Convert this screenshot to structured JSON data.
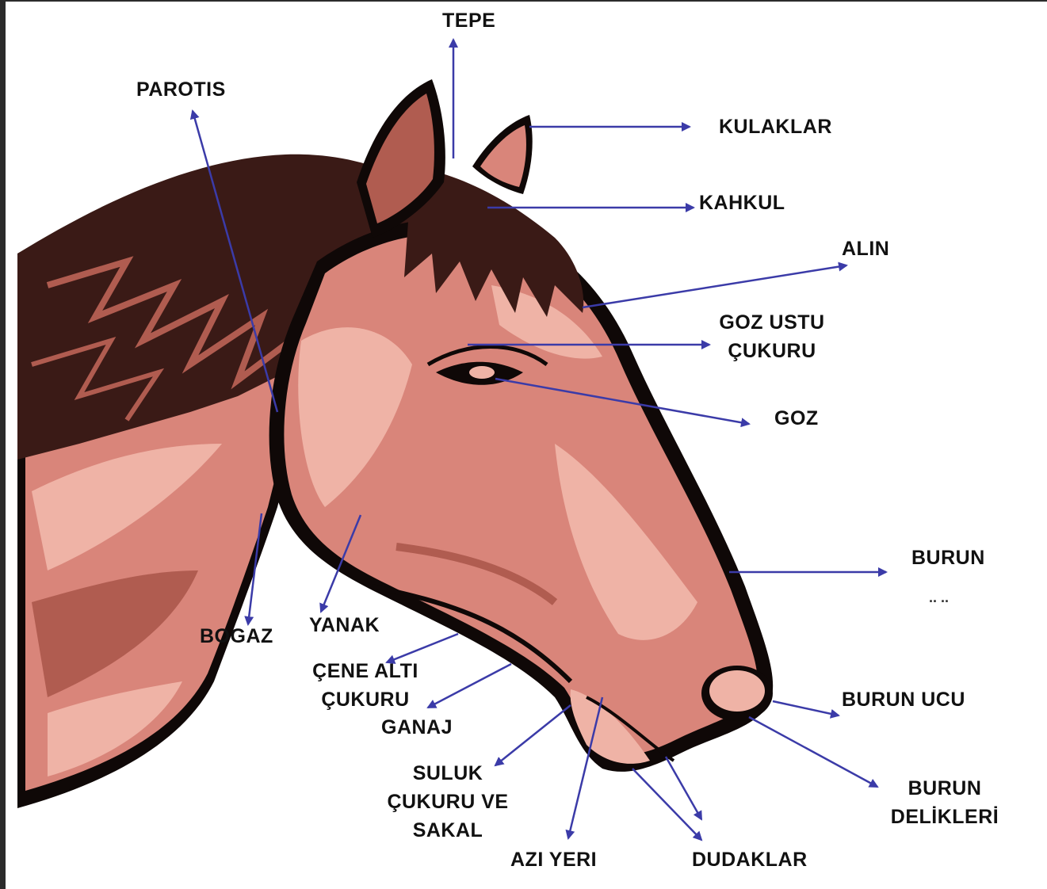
{
  "labels": {
    "tepe": "TEPE",
    "parotis": "PAROTIS",
    "kulaklar": "KULAKLAR",
    "kahkul": "KAHKUL",
    "alin": "ALIN",
    "goz_ustu_1": "GOZ USTU",
    "goz_ustu_2": "ÇUKURU",
    "goz": "GOZ",
    "burun": "BURUN",
    "burun_dots": "..      ..",
    "bogaz": "BOGAZ",
    "yanak": "YANAK",
    "cene_1": "ÇENE ALTI",
    "cene_2": "ÇUKURU",
    "ganaj": "GANAJ",
    "burun_ucu": "BURUN UCU",
    "suluk_1": "SULUK",
    "suluk_2": "ÇUKURU VE",
    "suluk_3": "SAKAL",
    "burun_del_1": "BURUN",
    "burun_del_2": "DELİKLERİ",
    "azi": "AZI YERI",
    "dudaklar": "DUDAKLAR"
  },
  "colors": {
    "arrow": "#3b3ba8",
    "coat": "#d9857a",
    "coat_light": "#efb3a6",
    "coat_dark": "#b05c50",
    "mane": "#3a1a16",
    "outline": "#0f0807"
  }
}
